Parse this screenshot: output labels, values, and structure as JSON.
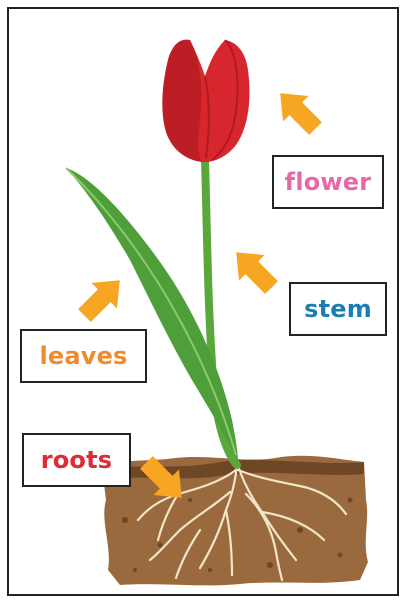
{
  "labels": {
    "flower": {
      "text": "flower",
      "color": "#e56aa4"
    },
    "stem": {
      "text": "stem",
      "color": "#1b7eb3"
    },
    "leaves": {
      "text": "leaves",
      "color": "#f08a2c"
    },
    "roots": {
      "text": "roots",
      "color": "#e02a36"
    }
  },
  "colors": {
    "arrow": "#f6a623",
    "petal": "#d8262e",
    "petal_dark": "#a8161d",
    "stem": "#5aa83c",
    "leaf": "#4e9e3a",
    "leaf_light": "#8cc96a",
    "soil": "#9a6a3e",
    "soil_dark": "#6e4726",
    "root": "#f1e6c8"
  },
  "icons": [
    "tulip-flower-icon",
    "arrow-icon",
    "soil-icon",
    "roots-icon"
  ]
}
